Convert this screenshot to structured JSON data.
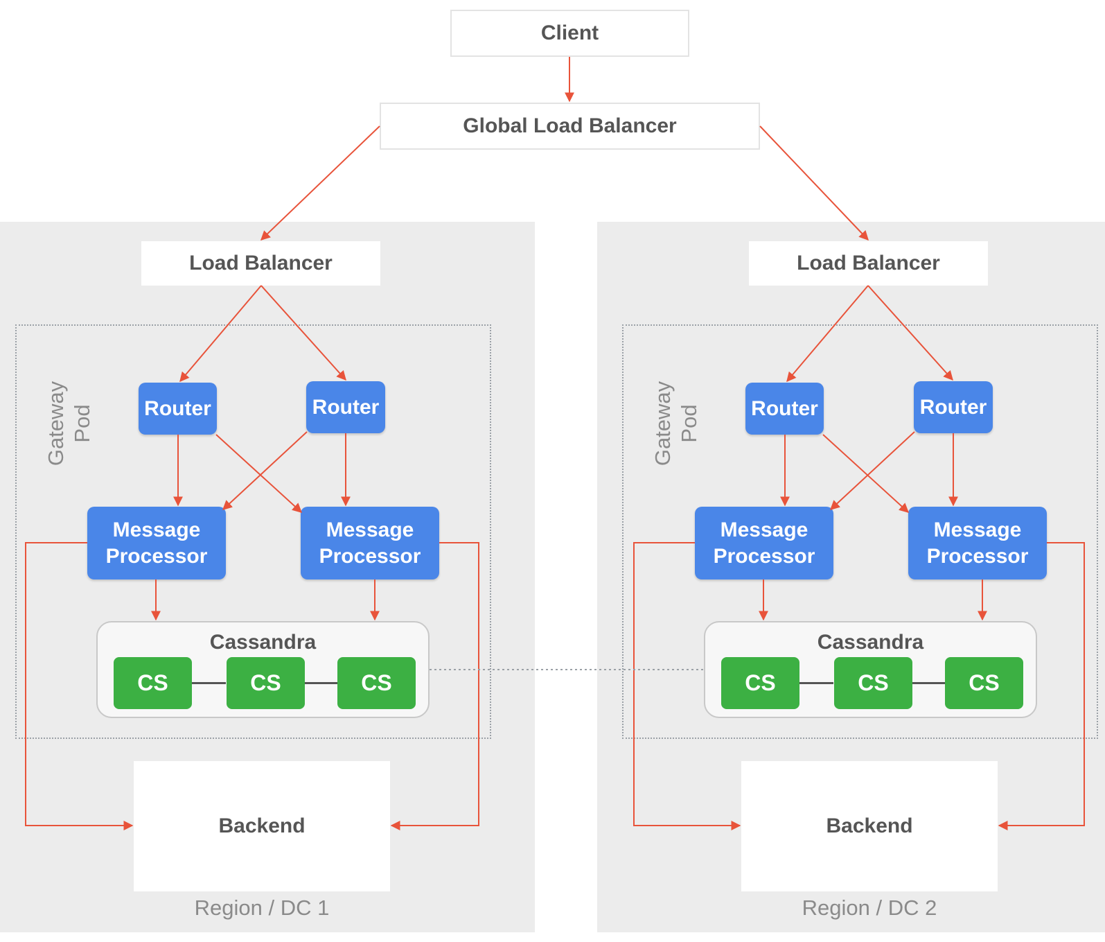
{
  "client": {
    "label": "Client"
  },
  "global_lb": {
    "label": "Global Load Balancer"
  },
  "regions": [
    {
      "caption": "Region / DC 1",
      "load_balancer": "Load Balancer",
      "pod_label": "Gateway\nPod",
      "routers": [
        "Router",
        "Router"
      ],
      "message_processors": [
        "Message\nProcessor",
        "Message\nProcessor"
      ],
      "cassandra": {
        "label": "Cassandra",
        "nodes": [
          "CS",
          "CS",
          "CS"
        ]
      },
      "backend": "Backend"
    },
    {
      "caption": "Region / DC 2",
      "load_balancer": "Load Balancer",
      "pod_label": "Gateway\nPod",
      "routers": [
        "Router",
        "Router"
      ],
      "message_processors": [
        "Message\nProcessor",
        "Message\nProcessor"
      ],
      "cassandra": {
        "label": "Cassandra",
        "nodes": [
          "CS",
          "CS",
          "CS"
        ]
      },
      "backend": "Backend"
    }
  ],
  "colors": {
    "arrow": "#e8533a",
    "router_bg": "#4a86e8",
    "cs_bg": "#3cb043",
    "region_bg": "#ececec"
  }
}
